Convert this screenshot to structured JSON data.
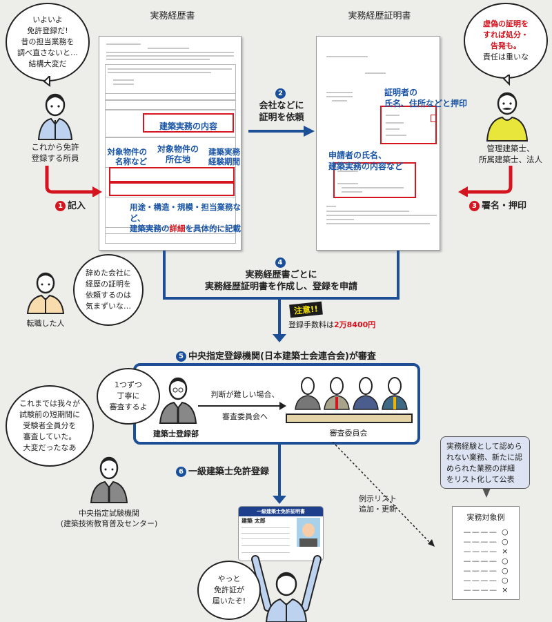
{
  "doc1": {
    "title": "実務経歴書",
    "annotations": {
      "content": "建築実務の内容",
      "name": "対象物件の\n名称など",
      "location": "対象物件の\n所在地",
      "period": "建築実務\n経験期間",
      "detail_pre": "用途・構造・規模・担当業務など、\n建築実務の",
      "detail_red": "詳細",
      "detail_post": "を具体的に記載"
    }
  },
  "doc2": {
    "title": "実務経歴証明書",
    "annotations": {
      "certifier": "証明者の\n氏名、住所などと押印",
      "applicant": "申請者の氏名、\n建築実務の内容など"
    }
  },
  "persons": {
    "applicant": {
      "speech": "いよいよ\n免許登録だ!\n昔の担当業務を\n調べ直さないと…\n結構大変だ",
      "label": "これから免許\n登録する所員"
    },
    "architect": {
      "speech_red": "虚偽の証明を\nすれば処分・\n告発も。",
      "speech": "責任は重いな",
      "label": "管理建築士、\n所属建築士、法人"
    },
    "job_changer": {
      "speech": "辞めた会社に\n経歴の証明を\n依頼するのは\n気まずいな…",
      "label": "転職した人"
    },
    "registration_dept": {
      "speech": "1つずつ\n丁寧に\n審査するよ",
      "label": "建築士登録部"
    },
    "committee": {
      "label": "審査委員会"
    },
    "exam_body": {
      "speech": "これまでは我々が\n試験前の短期間に\n受験者全員分を\n審査していた。\n大変だったなあ",
      "label": "中央指定試験機関\n(建築技術教育普及センター)"
    },
    "licensee": {
      "speech": "やっと\n免許証が\n届いたぞ!"
    }
  },
  "steps": [
    {
      "num": "1",
      "text": "記入"
    },
    {
      "num": "2",
      "text": "会社などに\n証明を依頼"
    },
    {
      "num": "3",
      "text": "署名・押印"
    },
    {
      "num": "4",
      "text": "実務経歴書ごとに\n実務経歴証明書を作成し、登録を申請"
    },
    {
      "num": "5",
      "text": "中央指定登録機関(日本建築士会連合会)が審査"
    },
    {
      "num": "6",
      "text": "一級建築士免許登録"
    }
  ],
  "notice": {
    "badge": "注意!!",
    "text": "登録手数料は",
    "amount": "2万8400円"
  },
  "referral": {
    "line1": "判断が難しい場合、",
    "line2": "審査委員会へ"
  },
  "list_update": "例示リスト\n追加・更新",
  "publish_note": "実務経験として認めら\nれない業務、新たに認\nめられた業務の詳細\nをリスト化して公表",
  "example_list": {
    "title": "実務対象例",
    "rows": [
      "○",
      "○",
      "×",
      "○",
      "○",
      "○",
      "×"
    ]
  },
  "license_card": {
    "title": "一級建築士免許証明書",
    "name": "建築 太郎"
  },
  "colors": {
    "blue": "#1d4f96",
    "red": "#d4141e",
    "bg": "#ededea"
  }
}
